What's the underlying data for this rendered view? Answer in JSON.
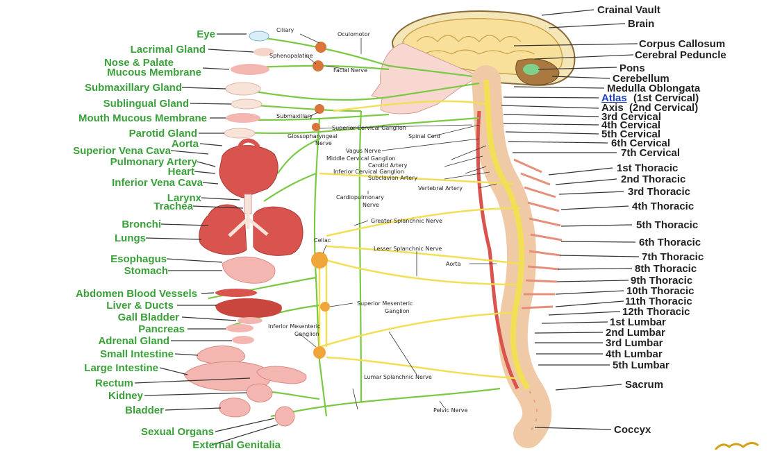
{
  "labels_left": [
    {
      "id": "eye",
      "text": "Eye"
    },
    {
      "id": "lacrimal-gland",
      "text": "Lacrimal Gland"
    },
    {
      "id": "nose-palate",
      "text": "Nose & Palate"
    },
    {
      "id": "mucous-membrane",
      "text": "Mucous Membrane"
    },
    {
      "id": "submaxillary-gland",
      "text": "Submaxillary Gland"
    },
    {
      "id": "sublingual-gland",
      "text": "Sublingual Gland"
    },
    {
      "id": "mouth-mucous-membrane",
      "text": "Mouth Mucous Membrane"
    },
    {
      "id": "parotid-gland",
      "text": "Parotid Gland"
    },
    {
      "id": "aorta",
      "text": "Aorta"
    },
    {
      "id": "superior-vena-cava",
      "text": "Superior Vena Cava"
    },
    {
      "id": "pulmonary-artery",
      "text": "Pulmonary Artery"
    },
    {
      "id": "heart",
      "text": "Heart"
    },
    {
      "id": "inferior-vena-cava",
      "text": "Inferior Vena Cava"
    },
    {
      "id": "larynx",
      "text": "Larynx"
    },
    {
      "id": "trachea",
      "text": "Trachea"
    },
    {
      "id": "bronchi",
      "text": "Bronchi"
    },
    {
      "id": "lungs",
      "text": "Lungs"
    },
    {
      "id": "esophagus",
      "text": "Esophagus"
    },
    {
      "id": "stomach",
      "text": "Stomach"
    },
    {
      "id": "abdomen-blood-vessels",
      "text": "Abdomen Blood Vessels"
    },
    {
      "id": "liver-ducts",
      "text": "Liver & Ducts"
    },
    {
      "id": "gall-bladder",
      "text": "Gall Bladder"
    },
    {
      "id": "pancreas",
      "text": "Pancreas"
    },
    {
      "id": "adrenal-gland",
      "text": "Adrenal Gland"
    },
    {
      "id": "small-intestine",
      "text": "Small Intestine"
    },
    {
      "id": "large-intestine",
      "text": "Large Intestine"
    },
    {
      "id": "rectum",
      "text": "Rectum"
    },
    {
      "id": "kidney",
      "text": "Kidney"
    },
    {
      "id": "bladder",
      "text": "Bladder"
    },
    {
      "id": "sexual-organs",
      "text": "Sexual Organs"
    },
    {
      "id": "external-genitalia",
      "text": "External Genitalia"
    }
  ],
  "labels_right": [
    {
      "id": "crainal-vault",
      "text": "Crainal Vault"
    },
    {
      "id": "brain",
      "text": "Brain"
    },
    {
      "id": "corpus-callosum",
      "text": "Corpus Callosum"
    },
    {
      "id": "cerebral-peduncle",
      "text": "Cerebral Peduncle"
    },
    {
      "id": "pons",
      "text": "Pons"
    },
    {
      "id": "cerebellum",
      "text": "Cerebellum"
    },
    {
      "id": "medulla-oblongata",
      "text": "Medulla Oblongata"
    },
    {
      "id": "atlas-word",
      "text": "Atlas"
    },
    {
      "id": "atlas-note",
      "text": "(1st Cervical)"
    },
    {
      "id": "axis-word",
      "text": "Axis"
    },
    {
      "id": "axis-note",
      "text": "(2nd Cervical)"
    },
    {
      "id": "c3",
      "text": "3rd Cervical"
    },
    {
      "id": "c4",
      "text": "4th Cervical"
    },
    {
      "id": "c5",
      "text": "5th Cervical"
    },
    {
      "id": "c6",
      "text": "6th Cervical"
    },
    {
      "id": "c7",
      "text": "7th Cervical"
    },
    {
      "id": "t1",
      "text": "1st Thoracic"
    },
    {
      "id": "t2",
      "text": "2nd Thoracic"
    },
    {
      "id": "t3",
      "text": "3rd Thoracic"
    },
    {
      "id": "t4",
      "text": "4th Thoracic"
    },
    {
      "id": "t5",
      "text": "5th Thoracic"
    },
    {
      "id": "t6",
      "text": "6th Thoracic"
    },
    {
      "id": "t7",
      "text": "7th Thoracic"
    },
    {
      "id": "t8",
      "text": "8th Thoracic"
    },
    {
      "id": "t9",
      "text": "9th Thoracic"
    },
    {
      "id": "t10",
      "text": "10th Thoracic"
    },
    {
      "id": "t11",
      "text": "11th Thoracic"
    },
    {
      "id": "t12",
      "text": "12th Thoracic"
    },
    {
      "id": "l1",
      "text": "1st Lumbar"
    },
    {
      "id": "l2",
      "text": "2nd Lumbar"
    },
    {
      "id": "l3",
      "text": "3rd Lumbar"
    },
    {
      "id": "l4",
      "text": "4th Lumbar"
    },
    {
      "id": "l5",
      "text": "5th Lumbar"
    },
    {
      "id": "sacrum",
      "text": "Sacrum"
    },
    {
      "id": "coccyx",
      "text": "Coccyx"
    }
  ],
  "labels_small": [
    {
      "id": "ciliary",
      "text": "Ciliary"
    },
    {
      "id": "oculomotor",
      "text": "Oculomotor"
    },
    {
      "id": "sphenopalatine",
      "text": "Sphenopalatine"
    },
    {
      "id": "facial-nerve",
      "text": "Facial Nerve"
    },
    {
      "id": "submaxillary",
      "text": "Submaxillary"
    },
    {
      "id": "superior-cervical-ganglion",
      "text": "Superior Cervical Ganglion"
    },
    {
      "id": "glossopharyngeal-1",
      "text": "Glossopharyngeal"
    },
    {
      "id": "glossopharyngeal-2",
      "text": "Nerve"
    },
    {
      "id": "spinal-cord",
      "text": "Spinal Cord"
    },
    {
      "id": "vagus-nerve",
      "text": "Vagus Nerve"
    },
    {
      "id": "middle-cervical-ganglion",
      "text": "Middle Cervical Ganglion"
    },
    {
      "id": "carotid-artery",
      "text": "Carotid Artery"
    },
    {
      "id": "inferior-cervical-ganglion",
      "text": "Inferior Cervical Ganglion"
    },
    {
      "id": "subclavian-artery",
      "text": "Subclavian Artery"
    },
    {
      "id": "vertebral-artery",
      "text": "Vertebral Artery"
    },
    {
      "id": "cardiopulmonary-1",
      "text": "Cardiopulmonary"
    },
    {
      "id": "cardiopulmonary-2",
      "text": "Nerve"
    },
    {
      "id": "greater-splanchnic",
      "text": "Greater Splanchnic Nerve"
    },
    {
      "id": "celiac",
      "text": "Celiac"
    },
    {
      "id": "lesser-splanchnic",
      "text": "Lesser Splanchnic Nerve"
    },
    {
      "id": "aorta-small",
      "text": "Aorta"
    },
    {
      "id": "sup-mesenteric-1",
      "text": "Superior Mesenteric"
    },
    {
      "id": "sup-mesenteric-2",
      "text": "Ganglion"
    },
    {
      "id": "inf-mesenteric-1",
      "text": "Inferior Mesenteric"
    },
    {
      "id": "inf-mesenteric-2",
      "text": "Ganglion"
    },
    {
      "id": "lumbar-splanchnic",
      "text": "Lumar Splanchnic Nerve"
    },
    {
      "id": "pelvic-nerve",
      "text": "Pelvic Nerve"
    }
  ],
  "colors": {
    "label_green": "#3aa13a",
    "label_dark": "#222222",
    "nerve_green": "#7ac943",
    "nerve_yellow": "#f2df55",
    "organ_red": "#d9534f",
    "organ_pink": "#f4b6b0",
    "atlas_blue": "#1f3fbf"
  }
}
